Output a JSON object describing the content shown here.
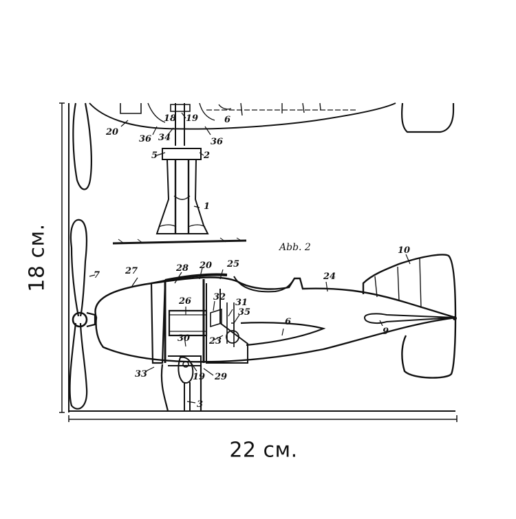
{
  "dimensions": {
    "height_label": "18 см.",
    "width_label": "22 см."
  },
  "drawing": {
    "figure_label": "Abb. 2",
    "part_numbers": {
      "n20_top": "20",
      "n36": "36",
      "n34": "34",
      "n18": "18",
      "n19_top": "19",
      "n6_top": "6",
      "n36b": "36",
      "n5": "5",
      "n2": "2",
      "n1": "1",
      "n10": "10",
      "n7": "7",
      "n27": "27",
      "n28": "28",
      "n20b": "20",
      "n25": "25",
      "n24": "24",
      "n26": "26",
      "n32": "32",
      "n31": "31",
      "n35": "35",
      "n6": "6",
      "n30": "30",
      "n23": "23",
      "n9": "9",
      "n33": "33",
      "n19": "19",
      "n29": "29",
      "n3": "3"
    }
  },
  "colors": {
    "ink": "#111111",
    "paper": "#ffffff"
  }
}
